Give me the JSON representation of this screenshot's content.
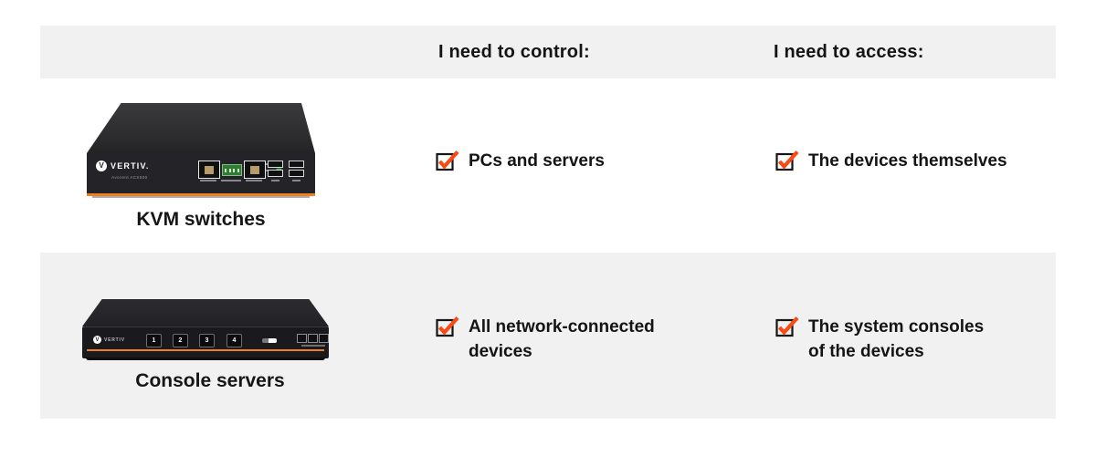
{
  "colors": {
    "accent": "#fa4a14",
    "band_gray": "#f1f1f2",
    "device_stripe": "#f0801e",
    "led_green": "#35c435"
  },
  "header": {
    "control": "I need to control:",
    "access": "I need to access:"
  },
  "rows": [
    {
      "label": "KVM switches",
      "brand": "VERTIV.",
      "model": "Avocent ACS800",
      "control_lines": [
        "PCs and servers"
      ],
      "access_lines": [
        "The devices themselves"
      ]
    },
    {
      "label": "Console servers",
      "brand": "VERTIV",
      "buttons": [
        "1",
        "2",
        "3",
        "4"
      ],
      "control_lines": [
        "All network-connected",
        "devices"
      ],
      "access_lines": [
        "The system consoles",
        "of the devices"
      ]
    }
  ]
}
